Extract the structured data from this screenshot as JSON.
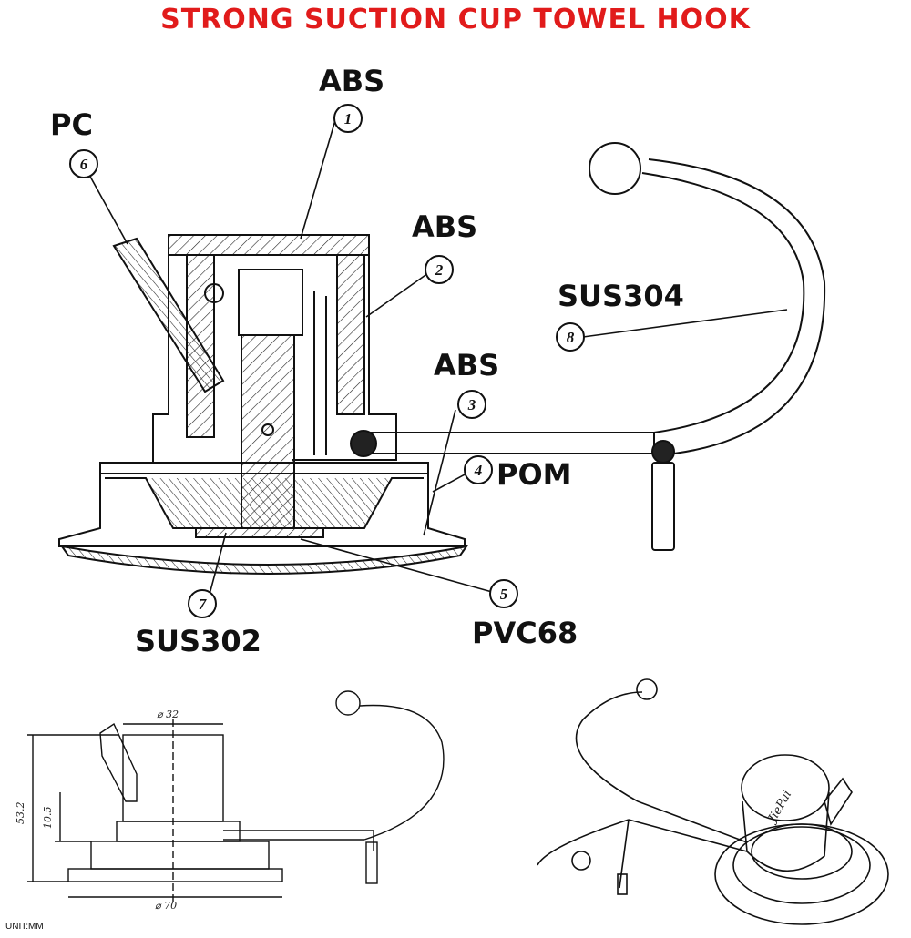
{
  "title": {
    "text": "STRONG SUCTION CUP TOWEL HOOK",
    "color": "#e11b1b"
  },
  "materials": [
    {
      "number": "1",
      "label": "ABS"
    },
    {
      "number": "2",
      "label": "ABS"
    },
    {
      "number": "3",
      "label": "ABS"
    },
    {
      "number": "4",
      "label": "POM"
    },
    {
      "number": "5",
      "label": "PVC68"
    },
    {
      "number": "6",
      "label": "PC"
    },
    {
      "number": "7",
      "label": "SUS302"
    },
    {
      "number": "8",
      "label": "SUS304"
    }
  ],
  "dimensions": {
    "top_diameter": "⌀ 32",
    "base_diameter": "⌀ 70",
    "total_height": "53.2",
    "step_height": "10.5",
    "unit": "UNIT:MM"
  },
  "product_brand": "JiePai",
  "icons": [
    "callout-circle-icon"
  ]
}
